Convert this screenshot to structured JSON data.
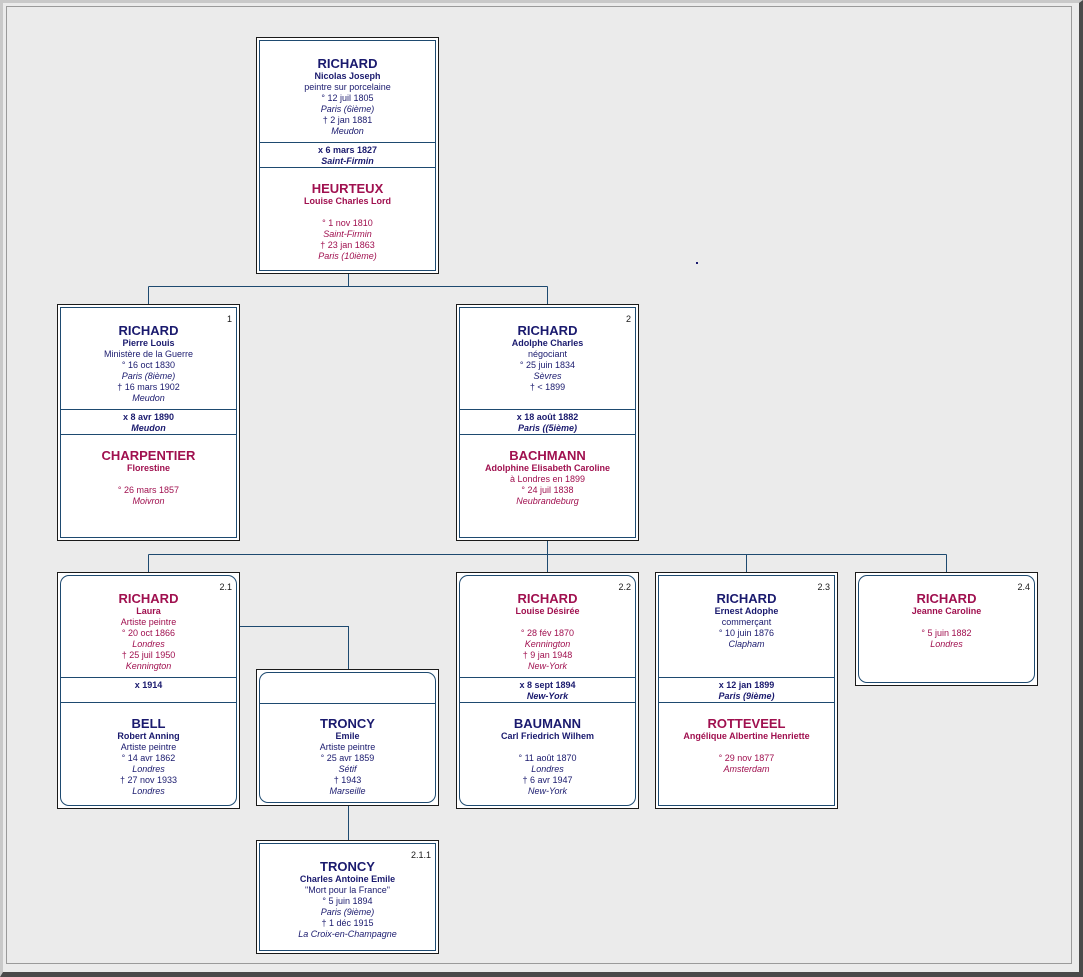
{
  "root": {
    "husband": {
      "surname": "RICHARD",
      "given": "Nicolas Joseph",
      "occupation": "peintre sur porcelaine",
      "birth": "° 12 juil 1805",
      "birth_place": "Paris (6ième)",
      "death": "† 2 jan 1881",
      "death_place": "Meudon"
    },
    "marriage": {
      "date": "x 6 mars 1827",
      "place": "Saint-Firmin"
    },
    "wife": {
      "surname": "HEURTEUX",
      "given": "Louise Charles Lord",
      "birth": "° 1 nov 1810",
      "birth_place": "Saint-Firmin",
      "death": "† 23 jan 1863",
      "death_place": "Paris (10ième)"
    }
  },
  "child1": {
    "number": "1",
    "person": {
      "surname": "RICHARD",
      "given": "Pierre Louis",
      "occupation": "Ministère de la Guerre",
      "birth": "° 16 oct 1830",
      "birth_place": "Paris (8ième)",
      "death": "† 16 mars 1902",
      "death_place": "Meudon"
    },
    "marriage": {
      "date": "x 8 avr 1890",
      "place": "Meudon"
    },
    "spouse": {
      "surname": "CHARPENTIER",
      "given": "Florestine",
      "birth": "° 26 mars 1857",
      "birth_place": "Moivron"
    }
  },
  "child2": {
    "number": "2",
    "person": {
      "surname": "RICHARD",
      "given": "Adolphe Charles",
      "occupation": "négociant",
      "birth": "° 25 juin 1834",
      "birth_place": "Sèvres",
      "death": "† < 1899"
    },
    "marriage": {
      "date": "x 18 août 1882",
      "place": "Paris ((5ième)"
    },
    "spouse": {
      "surname": "BACHMANN",
      "given": "Adolphine Elisabeth Caroline",
      "note": "à Londres en 1899",
      "birth": "° 24 juil 1838",
      "birth_place": "Neubrandeburg"
    }
  },
  "child21": {
    "number": "2.1",
    "person": {
      "surname": "RICHARD",
      "given": "Laura",
      "occupation": "Artiste peintre",
      "birth": "° 20 oct 1866",
      "birth_place": "Londres",
      "death": "† 25 juil 1950",
      "death_place": "Kennington"
    },
    "marriage": {
      "date": "x 1914"
    },
    "spouse": {
      "surname": "BELL",
      "given": "Robert Anning",
      "occupation": "Artiste peintre",
      "birth": "° 14 avr 1862",
      "birth_place": "Londres",
      "death": "† 27 nov 1933",
      "death_place": "Londres"
    }
  },
  "troncy": {
    "surname": "TRONCY",
    "given": "Emile",
    "occupation": "Artiste peintre",
    "birth": "° 25 avr 1859",
    "birth_place": "Sétif",
    "death": "† 1943",
    "death_place": "Marseille"
  },
  "child211": {
    "number": "2.1.1",
    "person": {
      "surname": "TRONCY",
      "given": "Charles Antoine Emile",
      "occupation": "\"Mort pour la France\"",
      "birth": "° 5 juin 1894",
      "birth_place": "Paris (9ième)",
      "death": "† 1 déc 1915",
      "death_place": "La Croix-en-Champagne"
    }
  },
  "child22": {
    "number": "2.2",
    "person": {
      "surname": "RICHARD",
      "given": "Louise Désirée",
      "birth": "° 28 fév 1870",
      "birth_place": "Kennington",
      "death": "† 9 jan 1948",
      "death_place": "New-York"
    },
    "marriage": {
      "date": "x 8 sept 1894",
      "place": "New-York"
    },
    "spouse": {
      "surname": "BAUMANN",
      "given": "Carl Friedrich Wilhem",
      "birth": "° 11 août 1870",
      "birth_place": "Londres",
      "death": "† 6 avr 1947",
      "death_place": "New-York"
    }
  },
  "child23": {
    "number": "2.3",
    "person": {
      "surname": "RICHARD",
      "given": "Ernest Adophe",
      "occupation": "commerçant",
      "birth": "° 10 juin 1876",
      "birth_place": "Clapham"
    },
    "marriage": {
      "date": "x 12 jan 1899",
      "place": "Paris (9ième)"
    },
    "spouse": {
      "surname": "ROTTEVEEL",
      "given": "Angélique Albertine Henriette",
      "birth": "° 29 nov 1877",
      "birth_place": "Amsterdam"
    }
  },
  "child24": {
    "number": "2.4",
    "person": {
      "surname": "RICHARD",
      "given": "Jeanne Caroline",
      "birth": "° 5 juin 1882",
      "birth_place": "Londres"
    }
  },
  "colors": {
    "male": "#1a1a6e",
    "female": "#a0104f",
    "connector": "#1e4a70",
    "background": "#ebebeb"
  }
}
